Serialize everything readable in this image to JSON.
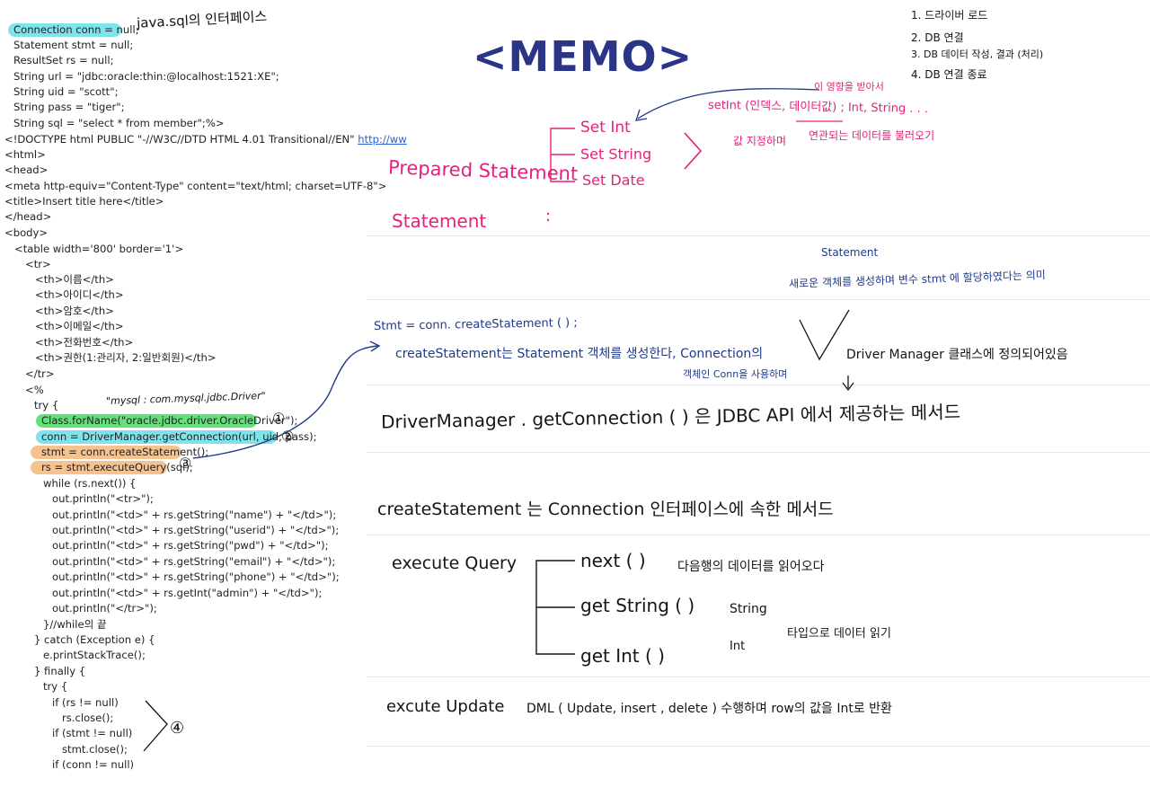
{
  "code": {
    "lines": [
      "Connection conn = null;",
      "Statement stmt = null;",
      "ResultSet rs = null;",
      "String url = \"jdbc:oracle:thin:@localhost:1521:XE\";",
      "String uid = \"scott\";",
      "String pass = \"tiger\";",
      "String sql = \"select * from member\";%>",
      "<!DOCTYPE html PUBLIC \"-//W3C//DTD HTML 4.01 Transitional//EN\" ",
      "<html>",
      "<head>",
      "<meta http-equiv=\"Content-Type\" content=\"text/html; charset=UTF-8\">",
      "<title>Insert title here</title>",
      "</head>",
      "<body>",
      "<table width='800' border='1'>",
      "<tr>",
      "<th>이름</th>",
      "<th>아이디</th>",
      "<th>암호</th>",
      "<th>이메일</th>",
      "<th>전화번호</th>",
      "<th>권한(1:관리자, 2:일반회원)</th>",
      "</tr>",
      "<%",
      "try {",
      "Class.forName(\"oracle.jdbc.driver.OracleDriver\");",
      "conn = DriverManager.getConnection(url, uid, pass);",
      "stmt = conn.createStatement();",
      "rs = stmt.executeQuery(sql);",
      "while (rs.next()) {",
      "out.println(\"<tr>\");",
      "out.println(\"<td>\" + rs.getString(\"name\") + \"</td>\");",
      "out.println(\"<td>\" + rs.getString(\"userid\") + \"</td>\");",
      "out.println(\"<td>\" + rs.getString(\"pwd\") + \"</td>\");",
      "out.println(\"<td>\" + rs.getString(\"email\") + \"</td>\");",
      "out.println(\"<td>\" + rs.getString(\"phone\") + \"</td>\");",
      "out.println(\"<td>\" + rs.getInt(\"admin\") + \"</td>\");",
      "out.println(\"</tr>\");",
      "}//while의 끝",
      "} catch (Exception e) {",
      "e.printStackTrace();",
      "} finally {",
      "try {",
      "if (rs != null)",
      "rs.close();",
      "if (stmt != null)",
      "stmt.close();",
      "if (conn != null)"
    ],
    "doctype_link": "http://ww",
    "notes": {
      "header": "java.sql의 인터페이스",
      "driver": "\"mysql : com.mysql.jdbc.Driver\"",
      "num1": "①",
      "num2": "②",
      "num3": "③",
      "num4": "④"
    }
  },
  "memo": {
    "title": "<MEMO>",
    "steps": [
      "1.  드라이버 로드",
      "2.  DB 연결",
      "3.  DB 데이터 작성, 결과 (처리)",
      "4.  DB 연결 종료"
    ],
    "prepared": {
      "label": "Prepared Statement",
      "setters": [
        "Set Int",
        "Set String",
        "Set Date"
      ],
      "note_top": "이 영향을 받아서",
      "note1": "setInt (인덱스, 데이터값) ;  Int, String . . .",
      "note2": "값 지정하며",
      "note3": "연관되는 데이터를 불러오기"
    },
    "statement": {
      "label": "Statement",
      "colon": ":"
    },
    "stmt_note": {
      "line": "Stmt = conn. createStatement ( ) ;",
      "explain": "createStatement는   Statement 객체를 생성한다,  Connection의",
      "explain2": "객체인 Conn을 사용하며",
      "statement_word": "Statement",
      "new_obj": "새로운 객체를 생성하며   변수 stmt 에 할당하였다는 의미",
      "dm_class": "Driver Manager 클래스에 정의되어있음"
    },
    "getconnection": "DriverManager . getConnection ( ) 은  JDBC API 에서  제공하는 메서드",
    "createstatement": "createStatement 는   Connection 인터페이스에 속한 메서드",
    "executequery": {
      "label": "execute Query",
      "items": [
        "next ( )",
        "get String ( )",
        "get Int ( )"
      ],
      "next_desc": "다음행의 데이터를 읽어오다",
      "string": "String",
      "int": "Int",
      "type_desc": "타입으로   데이터  읽기"
    },
    "executeupdate": {
      "label": "excute Update",
      "desc": "DML ( Update, insert , delete )  수행하며   row의  값을  Int로  반환"
    }
  },
  "colors": {
    "memo_title": "#2a3588",
    "pink_ink": "#e6207c",
    "blue_ink": "#1f3a8a",
    "hl_cyan": "#7fe3ec",
    "hl_green": "#63e07a",
    "hl_orange": "#f6c28f"
  }
}
